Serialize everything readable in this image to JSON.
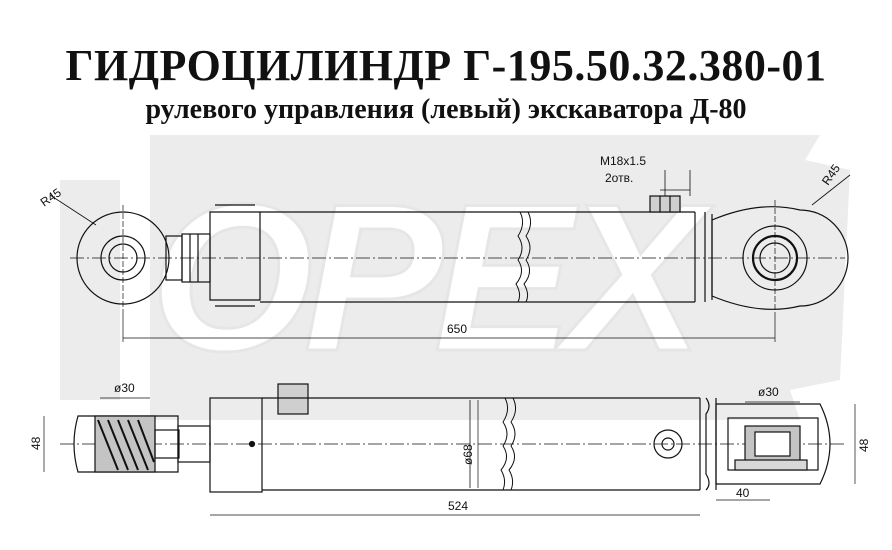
{
  "title": "ГИДРОЦИЛИНДР   Г-195.50.32.380-01",
  "subtitle": "рулевого управления (левый) экскаватора Д-80",
  "watermark": "OPEX",
  "dimensions": {
    "r_left": "R45",
    "r_right": "R45",
    "thread_line1": "M18x1.5",
    "thread_line2": "2отв.",
    "length_top": "650",
    "dia_left": "ø30",
    "dia_right": "ø30",
    "dia_body": "ø68",
    "h_left": "48",
    "h_right": "48",
    "length_bottom": "524",
    "w_right": "40"
  },
  "colors": {
    "line": "#111111",
    "watermark": "#e0e0e0",
    "shading": "#bdbdbd"
  }
}
